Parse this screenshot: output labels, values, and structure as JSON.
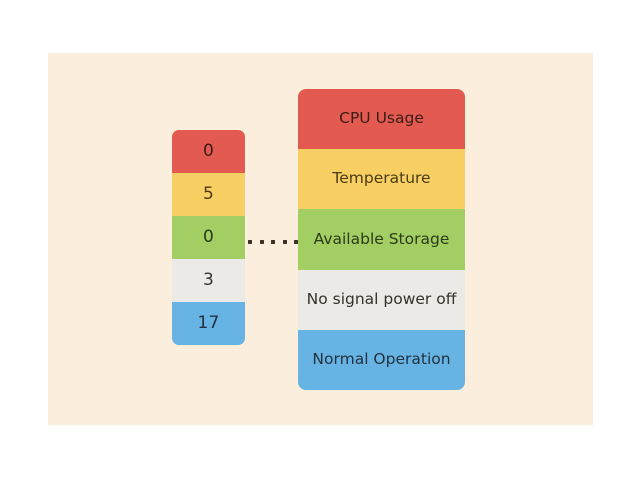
{
  "figure": {
    "background_color": "#fbeedc",
    "canvas_color": "#ffffff"
  },
  "chart_data": {
    "type": "table",
    "title": "",
    "xlabel": "",
    "ylabel": "",
    "categories": [
      "CPU Usage",
      "Temperature",
      "Available Storage",
      "No signal power off",
      "Normal Operation"
    ],
    "values": [
      0,
      5,
      0,
      3,
      17
    ],
    "series": [
      {
        "name": "count",
        "values": [
          0,
          5,
          0,
          3,
          17
        ]
      }
    ],
    "legend": "none",
    "grid": false
  },
  "value_stack": {
    "name": "value-column",
    "cells": [
      {
        "value": "0",
        "bg": "#e25a50",
        "fg": "#3a1d17"
      },
      {
        "value": "5",
        "bg": "#f7cf62",
        "fg": "#4a3b14"
      },
      {
        "value": "0",
        "bg": "#a3ce63",
        "fg": "#2b3a18"
      },
      {
        "value": "3",
        "bg": "#eceae6",
        "fg": "#35322d"
      },
      {
        "value": "17",
        "bg": "#66b3e4",
        "fg": "#22333f"
      }
    ]
  },
  "label_stack": {
    "name": "label-column",
    "cells": [
      {
        "label": "CPU Usage",
        "bg": "#e25a50",
        "fg": "#3a1d17"
      },
      {
        "label": "Temperature",
        "bg": "#f7cf62",
        "fg": "#4a3b14"
      },
      {
        "label": "Available Storage",
        "bg": "#a3ce63",
        "fg": "#2b3a18"
      },
      {
        "label": "No signal power off",
        "bg": "#eceae6",
        "fg": "#35322d"
      },
      {
        "label": "Normal Operation",
        "bg": "#66b3e4",
        "fg": "#22333f"
      }
    ]
  },
  "connector": {
    "name": "dotted-connector",
    "dot_count": 5,
    "dot_color": "#3a3326"
  }
}
